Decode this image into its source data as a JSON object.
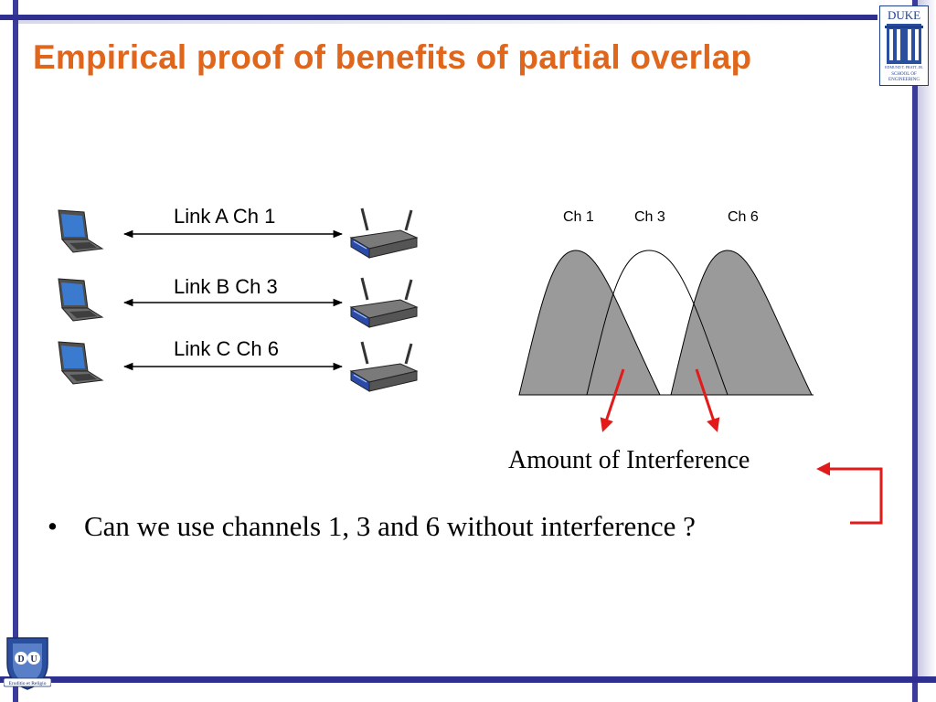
{
  "slide": {
    "title": "Empirical proof of benefits of partial overlap",
    "bullet_marker": "•",
    "bullet_text": "Can we use channels 1, 3 and 6  without interference ?"
  },
  "links": [
    {
      "label": "Link A Ch 1"
    },
    {
      "label": "Link B Ch 3"
    },
    {
      "label": "Link C Ch 6"
    }
  ],
  "spectrum": {
    "channels": [
      "Ch 1",
      "Ch 3",
      "Ch 6"
    ],
    "annotation": "Amount of Interference"
  },
  "logos": {
    "top_right_lines": [
      "DUKE",
      "EDMUND T. PRATT, JR.",
      "SCHOOL OF",
      "ENGINEERING"
    ],
    "crest_motto": "Eruditio et Religio",
    "crest_letters": [
      "D",
      "U"
    ]
  },
  "colors": {
    "title": "#e0661c",
    "frame": "#3b3b9c",
    "arrow": "#e21a1a",
    "fill_overlap": "#9a9a9a"
  }
}
